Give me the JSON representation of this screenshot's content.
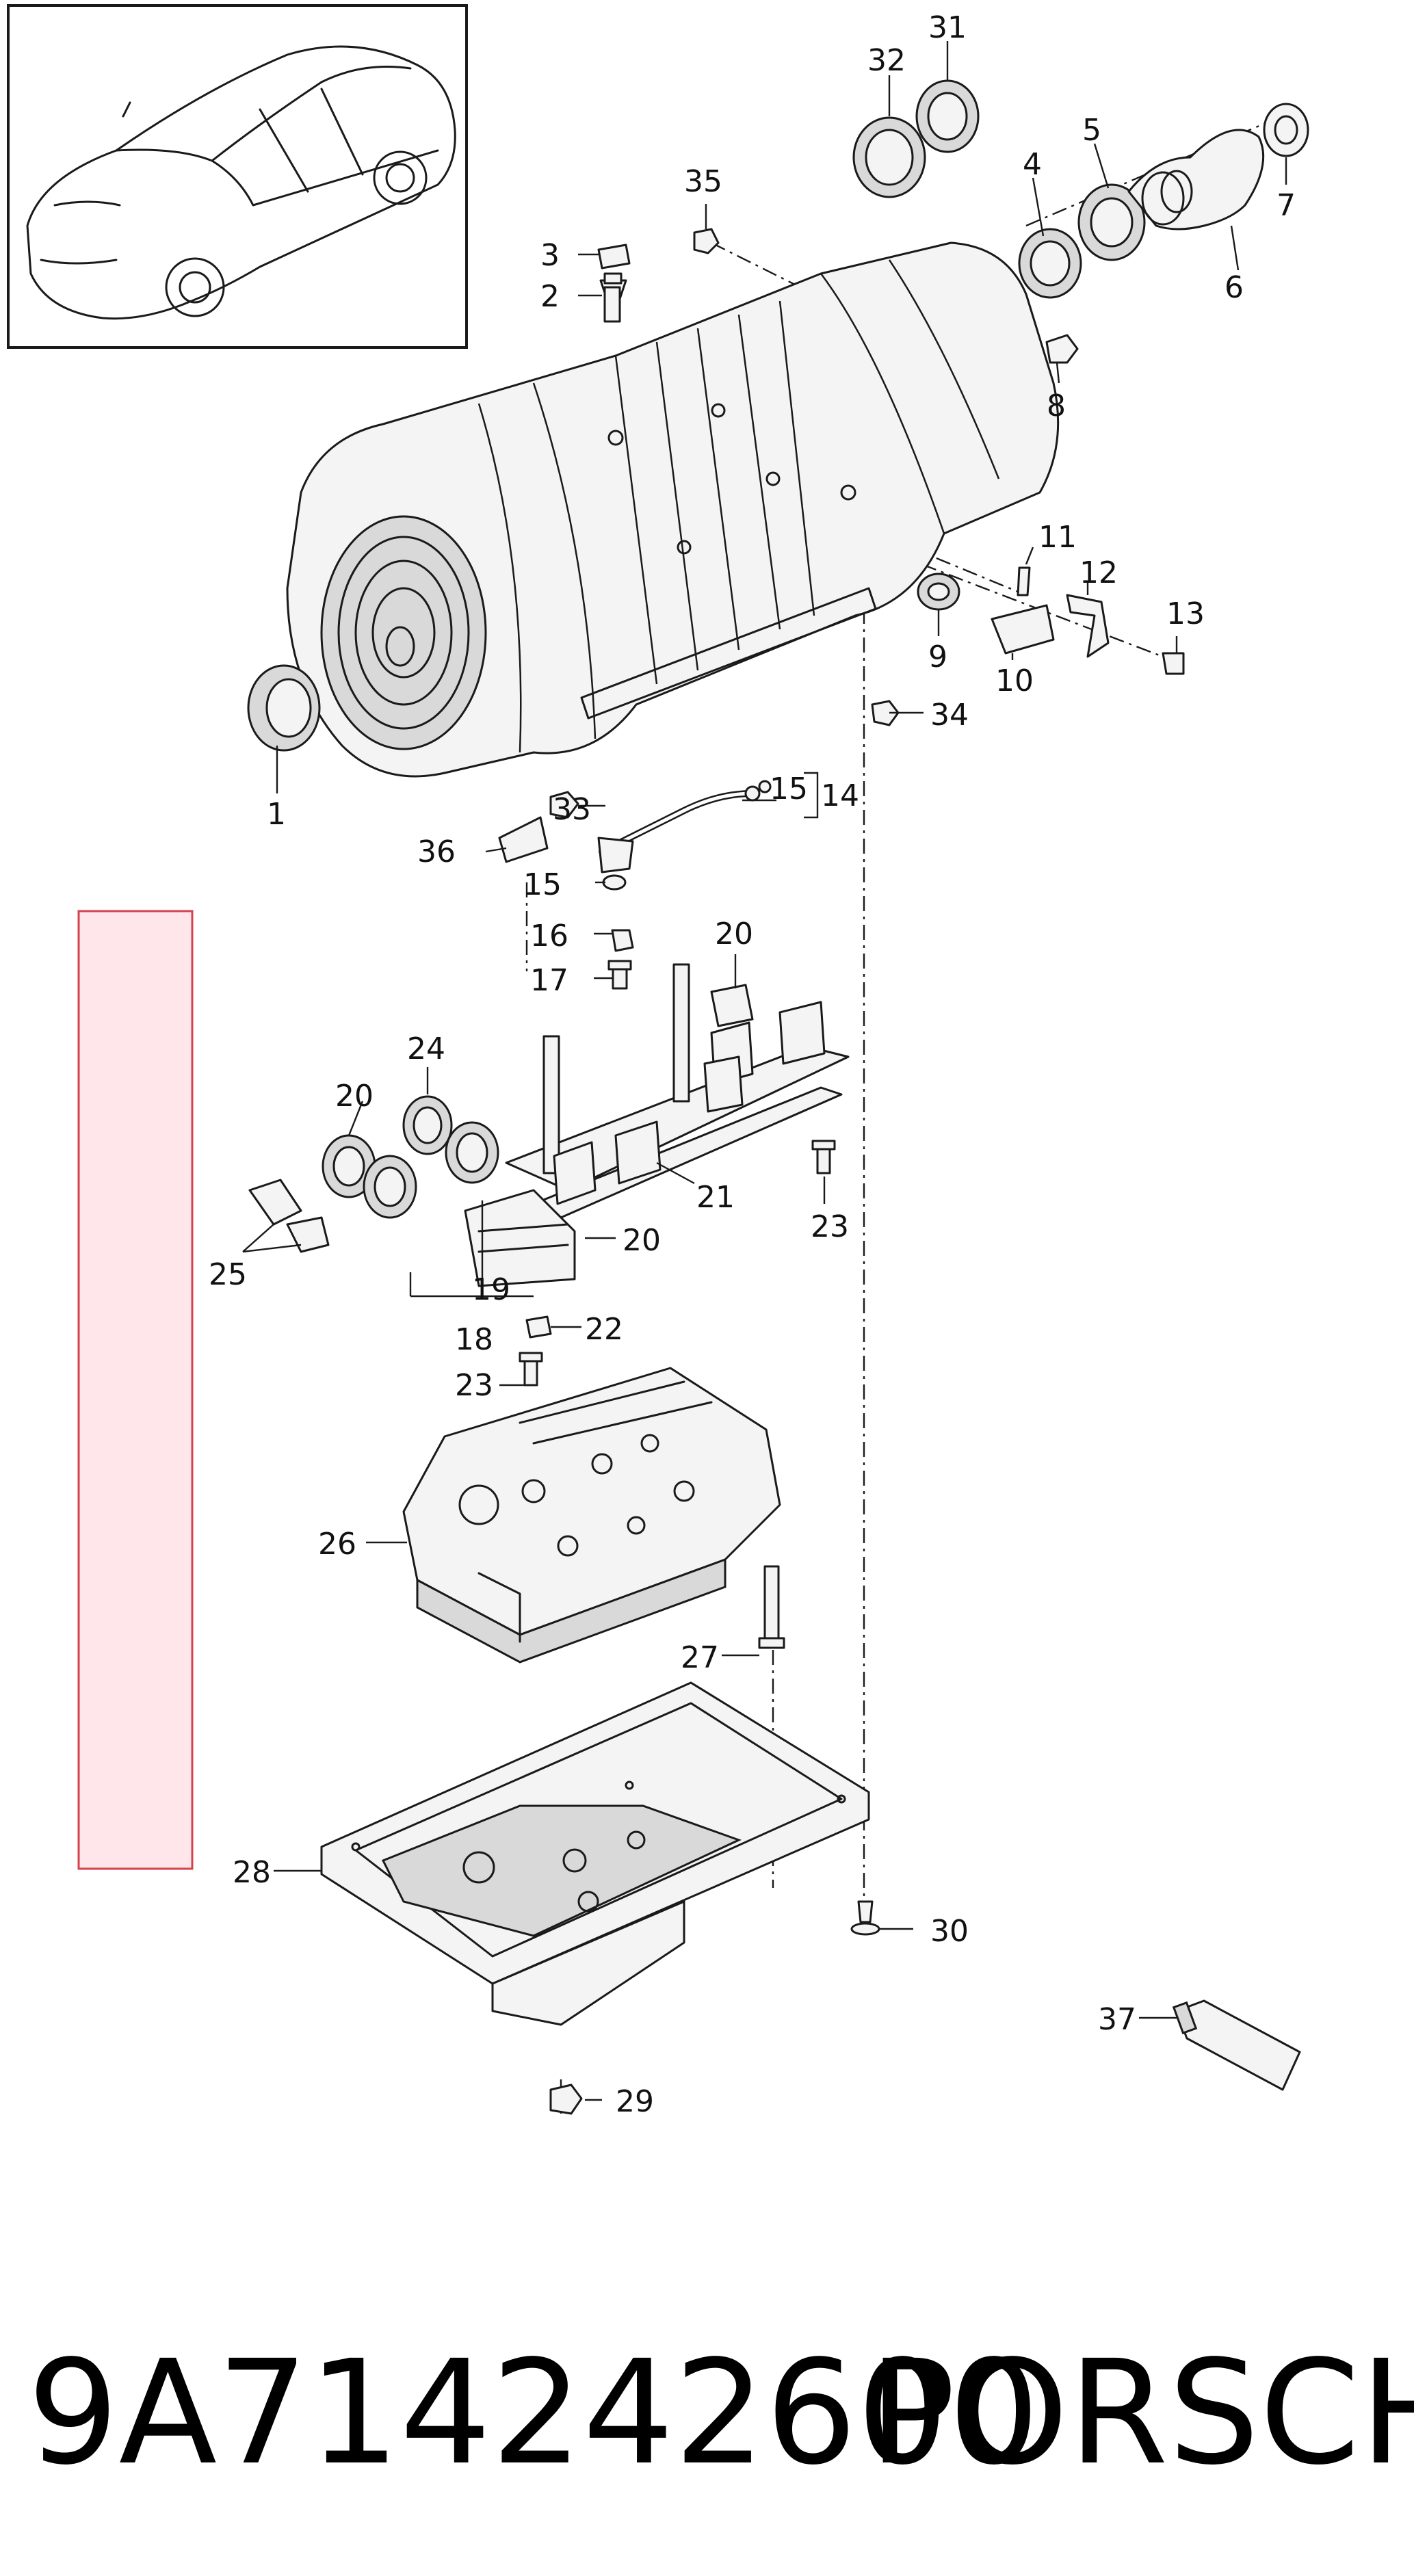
{
  "footer": {
    "part_number": "9A714242600",
    "brand": "PORSCHE"
  },
  "callouts": [
    "1",
    "2",
    "3",
    "4",
    "5",
    "6",
    "7",
    "8",
    "9",
    "10",
    "11",
    "12",
    "13",
    "14",
    "15",
    "15",
    "16",
    "17",
    "18",
    "19",
    "20",
    "20",
    "20",
    "21",
    "22",
    "23",
    "23",
    "24",
    "25",
    "26",
    "27",
    "28",
    "29",
    "30",
    "31",
    "32",
    "33",
    "34",
    "35",
    "36",
    "37"
  ],
  "colors": {
    "ink": "#1a1a1a",
    "highlight_fill": "#ffe6ea",
    "highlight_stroke": "#d4424e"
  }
}
